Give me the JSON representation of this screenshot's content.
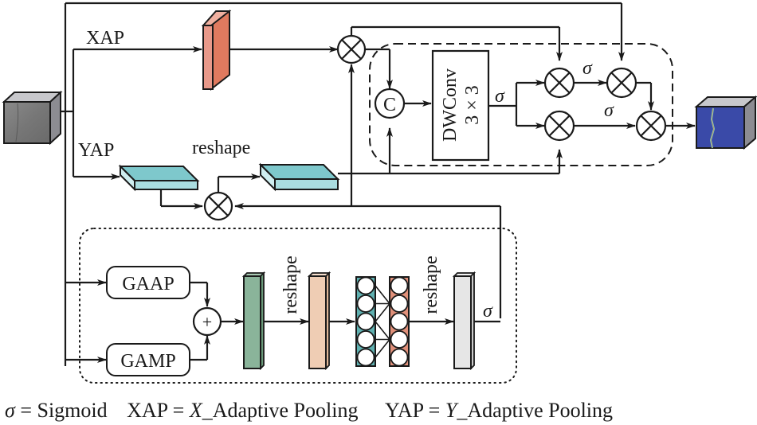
{
  "labels": {
    "xap": "XAP",
    "yap": "YAP",
    "reshape_top": "reshape",
    "reshape_1": "reshape",
    "reshape_2": "reshape",
    "gaap": "GAAP",
    "gamp": "GAMP",
    "dwconv_line1": "DWConv",
    "dwconv_line2": "3 × 3",
    "concat": "C",
    "plus": "+",
    "sigma": "σ"
  },
  "legend": {
    "sigma_sym": "σ",
    "sigma_def": " = Sigmoid",
    "xap_key": "XAP = ",
    "xap_italic": "X",
    "xap_def": "_Adaptive Pooling",
    "yap_key": "YAP = ",
    "yap_italic": "Y",
    "yap_def": "_Adaptive Pooling"
  },
  "colors": {
    "xap_front": "#e07a5f",
    "xap_side": "#e8998a",
    "yap_top": "#7ec8cc",
    "yap_front": "#aadde0",
    "green_bar": "#8ab49a",
    "peach_bar": "#efcdb4",
    "gray_bar": "#e6e6e6",
    "input_cube": "#7a7a7a",
    "output_cube": "#3a4aa8"
  }
}
